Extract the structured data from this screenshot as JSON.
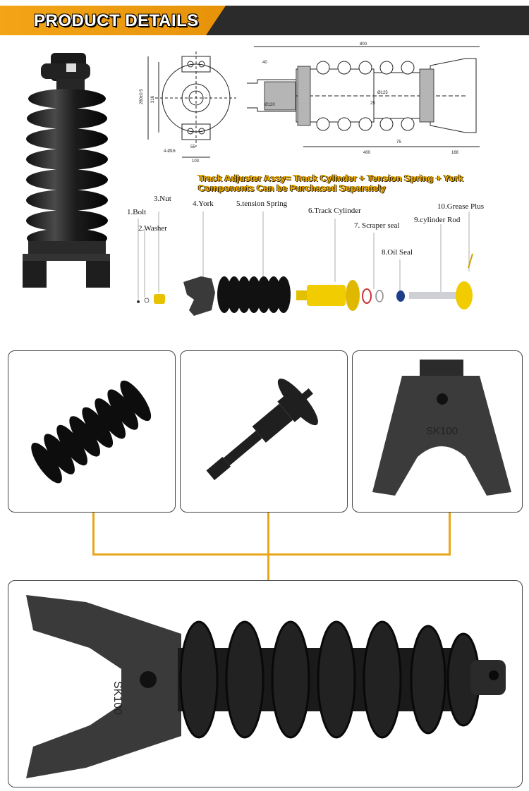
{
  "header": {
    "title": "PRODUCT DETAILS"
  },
  "diagram": {
    "banner_line1": "Track Adjuster Assy= Track Cylinder + Tension Spring + York",
    "banner_line2": "Components Can be Purchased Separately",
    "parts": [
      "1.Bolt",
      "2.Washer",
      "3.Nut",
      "4.York",
      "5.tension Spring",
      "6.Track Cylinder",
      "7. Scraper seal",
      "8.Oil Seal",
      "9.cylinder Rod",
      "10.Grease Plus"
    ],
    "dims": [
      "800",
      "Ø120",
      "400",
      "166",
      "Ø125",
      "75",
      "40",
      "25",
      "4-Ø16",
      "55",
      "103",
      "280±0.5",
      "316"
    ]
  },
  "stamp": "SK100",
  "colors": {
    "accent": "#f2a516",
    "header_dark": "#2b2b2b",
    "connector": "#e9a61a"
  }
}
